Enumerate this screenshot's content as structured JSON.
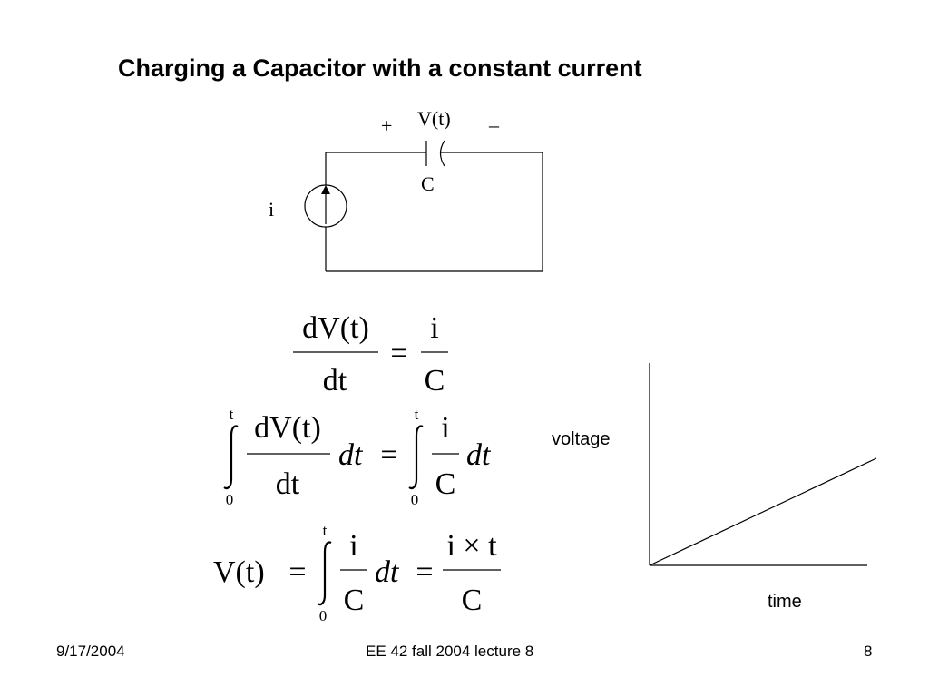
{
  "slide": {
    "title": "Charging a Capacitor with a constant current"
  },
  "circuit": {
    "plus_label": "+",
    "minus_label": "–",
    "voltage_label": "V(t)",
    "capacitor_label": "C",
    "current_label": "i"
  },
  "equations": {
    "eq1": {
      "lhs_num": "dV(t)",
      "lhs_den": "dt",
      "equals": "=",
      "rhs_num": "i",
      "rhs_den": "C"
    },
    "eq2": {
      "upper1": "t",
      "lower1": "0",
      "lhs_num": "dV(t)",
      "lhs_den": "dt",
      "dt1": "dt",
      "equals": "=",
      "upper2": "t",
      "lower2": "0",
      "rhs_num": "i",
      "rhs_den": "C",
      "dt2": "dt"
    },
    "eq3": {
      "lhs": "V(t)",
      "equals1": "=",
      "upper": "t",
      "lower": "0",
      "num": "i",
      "den": "C",
      "dt": "dt",
      "equals2": "=",
      "res_num": "i × t",
      "res_den": "C"
    }
  },
  "chart_data": {
    "type": "line",
    "xlabel": "time",
    "ylabel": "voltage",
    "series": [
      {
        "x": [
          0,
          1
        ],
        "y": [
          0,
          1
        ]
      }
    ],
    "grid": false
  },
  "footer": {
    "date": "9/17/2004",
    "course": "EE 42 fall 2004 lecture 8",
    "page": "8"
  }
}
